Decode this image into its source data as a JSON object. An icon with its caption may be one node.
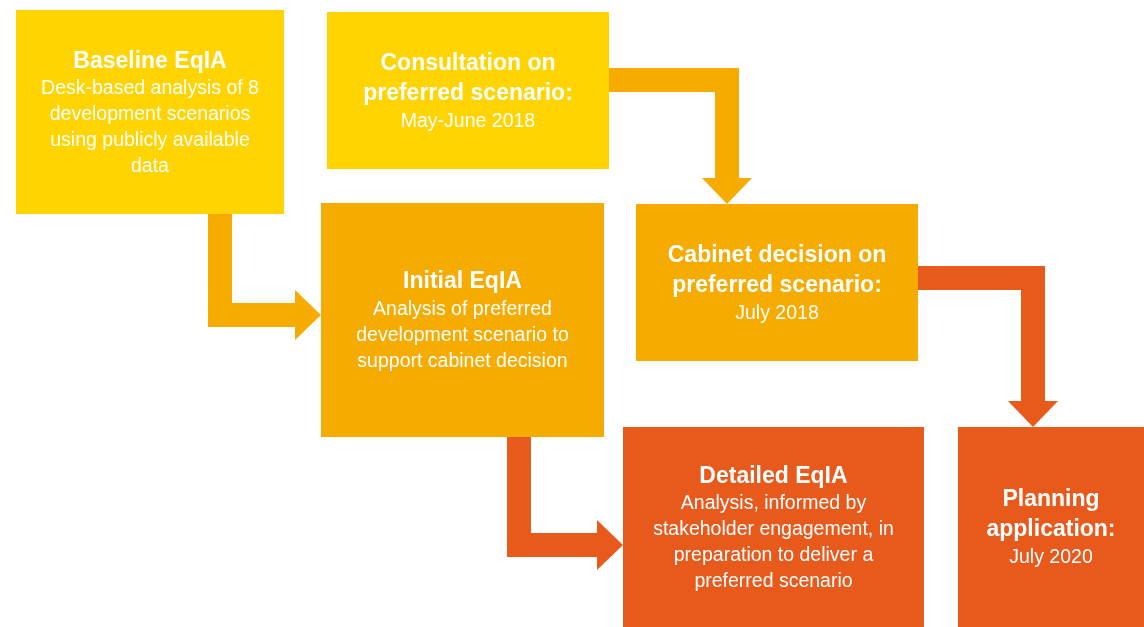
{
  "diagram": {
    "nodes": [
      {
        "text": [
          "Baseline EqIA",
          "Desk-based analysis of 8 development scenarios using publicly available data"
        ]
      },
      {
        "text": [
          "Consultation on preferred scenario:",
          "May-June 2018"
        ]
      },
      {
        "text": [
          "Initial EqIA",
          "Analysis of preferred development scenario to support cabinet decision"
        ]
      },
      {
        "text": [
          "Cabinet decision on preferred scenario:",
          "July 2018"
        ]
      },
      {
        "text": [
          "Detailed EqIA",
          "Analysis, informed by stakeholder engagement, in preparation to deliver a preferred scenario"
        ]
      },
      {
        "text": [
          "Planning application:",
          "July 2020"
        ]
      }
    ],
    "edges": [
      {
        "from": 0,
        "to": 2,
        "arrow": "to",
        "color": "#f5ab00"
      },
      {
        "from": 1,
        "to": 3,
        "arrow": "to",
        "color": "#f5ab00"
      },
      {
        "from": 2,
        "to": 4,
        "arrow": "to",
        "color": "#e85a1c"
      },
      {
        "from": 3,
        "to": 5,
        "arrow": "to",
        "color": "#e85a1c"
      }
    ]
  }
}
